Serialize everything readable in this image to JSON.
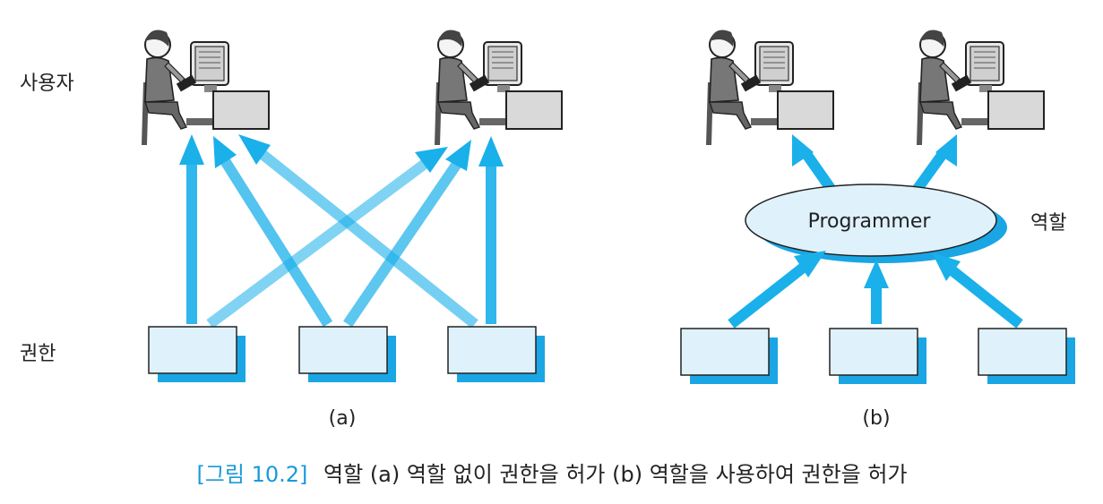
{
  "labels": {
    "users": "사용자",
    "permissions": "권한",
    "role": "역할",
    "role_name": "Programmer",
    "panel_a": "(a)",
    "panel_b": "(b)"
  },
  "caption": {
    "number": "[그림 10.2]",
    "text": "역할  (a) 역할 없이 권한을 허가 (b) 역할을 사용하여 권한을 허가"
  },
  "colors": {
    "arrow": "#1ab0ea",
    "box_fill": "#dff1fb",
    "box_shadow": "#1aa6e4",
    "ellipse_fill": "#dff1fb",
    "caption_number": "#1a9ad9",
    "text": "#222222"
  },
  "icons": {
    "user": "person-at-computer-icon"
  }
}
